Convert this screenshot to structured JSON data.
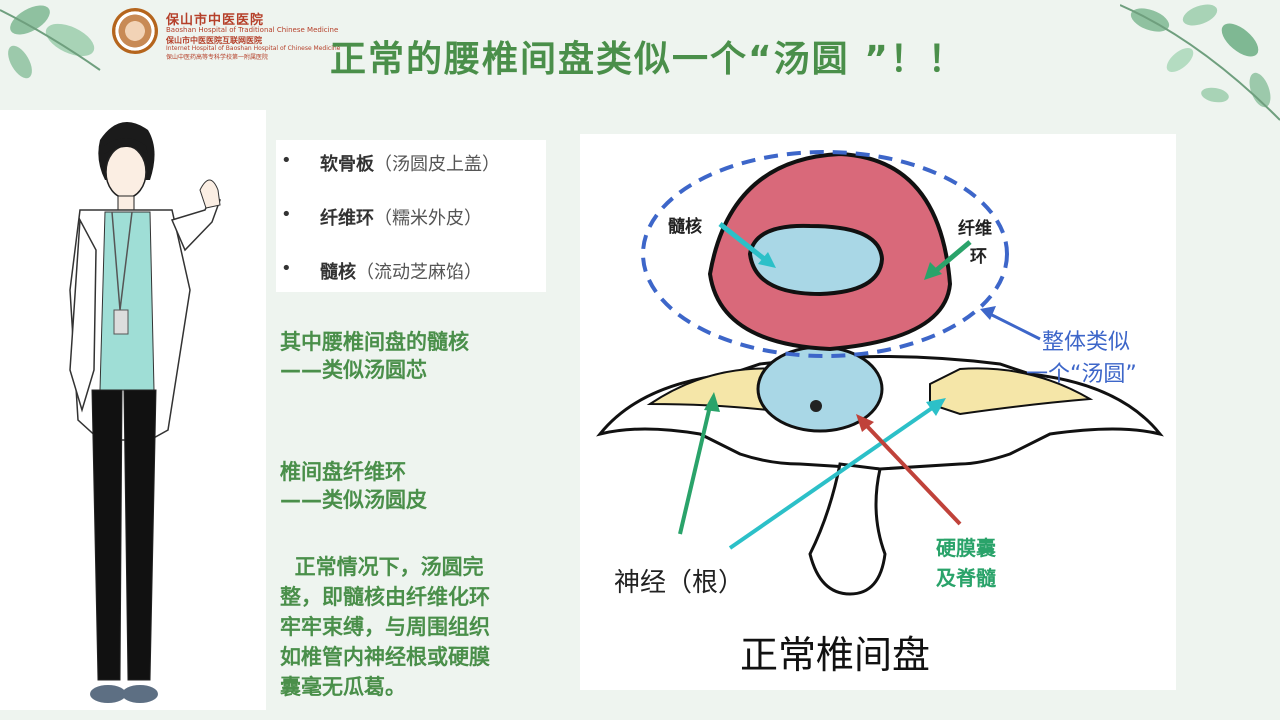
{
  "logo": {
    "name": "保山市中医医院",
    "subtitle": "Baoshan Hospital of Traditional Chinese Medicine",
    "internet_name": "保山市中医医院互联网医院",
    "line3": "Internet Hospital of Baoshan Hospital of Chinese Medicine",
    "line4": "保山中医药高等专科学校第一附属医院"
  },
  "title": "正常的腰椎间盘类似一个“汤圆 ”！！",
  "bullets": [
    {
      "term": "软骨板",
      "desc": "（汤圆皮上盖）"
    },
    {
      "term": "纤维环",
      "desc": "（糯米外皮）"
    },
    {
      "term": "髓核",
      "desc": "（流动芝麻馅）"
    }
  ],
  "text_block_1": [
    "其中腰椎间盘的髓核",
    "——类似汤圆芯"
  ],
  "text_block_2": [
    "椎间盘纤维环",
    "——类似汤圆皮"
  ],
  "text_block_3": [
    "  正常情况下，汤圆完",
    "整，即髓核由纤维化环",
    "牢牢束缚，与周围组织",
    "如椎管内神经根或硬膜",
    "囊毫无瓜葛。"
  ],
  "diagram": {
    "label_nucleus": "髓核",
    "label_annulus_1": "纤维",
    "label_annulus_2": "环",
    "label_whole_1": "整体类似",
    "label_whole_2": "一个“汤圆”",
    "label_dura_1": "硬膜囊",
    "label_dura_2": "及脊髓",
    "label_nerve": "神经（根）",
    "caption": "正常椎间盘"
  },
  "colors": {
    "title_green": "#4a8f4a",
    "disc_red": "#d9697a",
    "nucleus_blue": "#a9d7e6",
    "arrow_cyan": "#2cc0c8",
    "arrow_green": "#2aa36a",
    "arrow_blue": "#3d66c9",
    "arrow_red": "#c0423a"
  }
}
